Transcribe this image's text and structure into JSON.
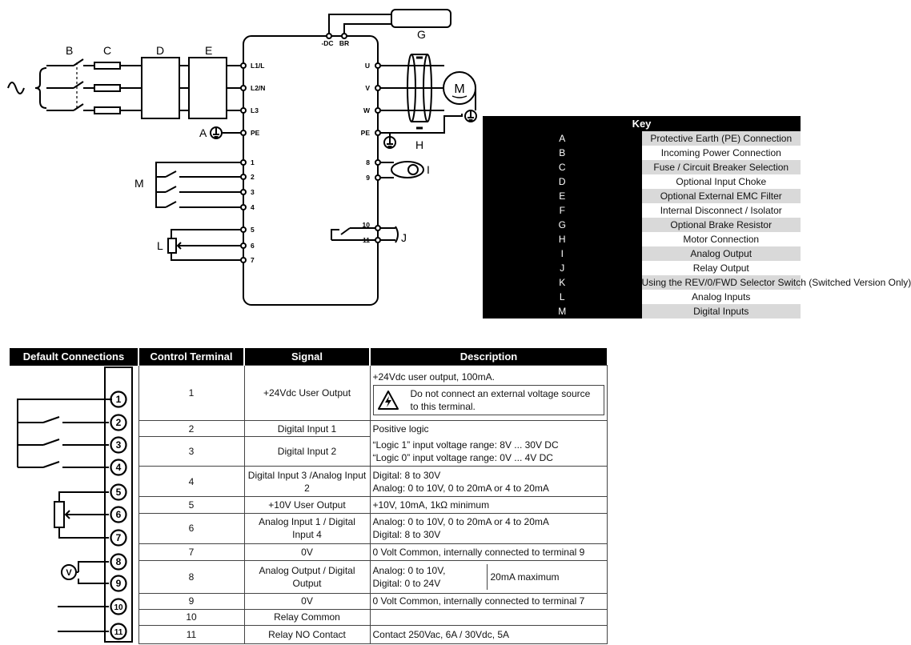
{
  "diagram": {
    "callouts": {
      "A": "A",
      "B": "B",
      "C": "C",
      "D": "D",
      "E": "E",
      "G": "G",
      "H": "H",
      "I": "I",
      "J": "J",
      "L": "L",
      "M": "M"
    },
    "top_terminals": {
      "dc": "-DC",
      "br": "BR"
    },
    "left_terminals": [
      "L1/L",
      "L2/N",
      "L3",
      "PE",
      "1",
      "2",
      "3",
      "4",
      "5",
      "6",
      "7"
    ],
    "right_terminals": [
      "U",
      "V",
      "W",
      "PE",
      "8",
      "9",
      "10",
      "11"
    ]
  },
  "key": {
    "title": "Key",
    "items": [
      {
        "letter": "A",
        "text": "Protective Earth (PE) Connection"
      },
      {
        "letter": "B",
        "text": "Incoming Power Connection"
      },
      {
        "letter": "C",
        "text": "Fuse / Circuit Breaker Selection"
      },
      {
        "letter": "D",
        "text": "Optional Input Choke"
      },
      {
        "letter": "E",
        "text": "Optional External EMC Filter"
      },
      {
        "letter": "F",
        "text": "Internal Disconnect / Isolator"
      },
      {
        "letter": "G",
        "text": "Optional Brake Resistor"
      },
      {
        "letter": "H",
        "text": "Motor Connection"
      },
      {
        "letter": "I",
        "text": "Analog Output"
      },
      {
        "letter": "J",
        "text": "Relay Output"
      },
      {
        "letter": "K",
        "text": "Using the REV/0/FWD Selector Switch (Switched Version Only)"
      },
      {
        "letter": "L",
        "text": "Analog Inputs"
      },
      {
        "letter": "M",
        "text": "Digital Inputs"
      }
    ]
  },
  "connections": {
    "headers": [
      "Default Connections",
      "Control Terminal",
      "Signal",
      "Description"
    ],
    "terminal_labels": [
      "1",
      "2",
      "3",
      "4",
      "5",
      "6",
      "7",
      "8",
      "9",
      "10",
      "11"
    ],
    "voltmeter_label": "V",
    "rows": [
      {
        "terminal": "1",
        "signal": "+24Vdc User Output",
        "desc": "+24Vdc user output, 100mA.",
        "warning": "Do not connect an external voltage source to this terminal."
      },
      {
        "terminal": "2",
        "signal": "Digital Input 1",
        "desc": "Positive logic"
      },
      {
        "terminal": "3",
        "signal": "Digital Input 2",
        "desc1": "“Logic 1” input voltage range: 8V ... 30V DC",
        "desc2": "“Logic 0” input voltage range: 0V ... 4V DC"
      },
      {
        "terminal": "4",
        "signal": "Digital Input 3 /Analog Input 2",
        "desc1": "Digital: 8 to 30V",
        "desc2": "Analog: 0 to 10V, 0 to 20mA or 4 to 20mA"
      },
      {
        "terminal": "5",
        "signal": "+10V User Output",
        "desc": "+10V, 10mA, 1kΩ minimum"
      },
      {
        "terminal": "6",
        "signal": "Analog Input 1 / Digital Input 4",
        "desc1": "Analog: 0 to 10V, 0 to 20mA or 4 to 20mA",
        "desc2": "Digital:  8 to 30V"
      },
      {
        "terminal": "7",
        "signal": "0V",
        "desc": "0 Volt Common, internally connected to terminal 9"
      },
      {
        "terminal": "8",
        "signal": "Analog Output / Digital Output",
        "desc1": "Analog: 0 to 10V,",
        "desc2": "Digital:  0 to 24V",
        "desc_side": "20mA maximum"
      },
      {
        "terminal": "9",
        "signal": "0V",
        "desc": "0 Volt Common, internally connected to terminal 7"
      },
      {
        "terminal": "10",
        "signal": "Relay Common",
        "desc": ""
      },
      {
        "terminal": "11",
        "signal": "Relay NO Contact",
        "desc": "Contact 250Vac, 6A / 30Vdc, 5A"
      }
    ]
  }
}
